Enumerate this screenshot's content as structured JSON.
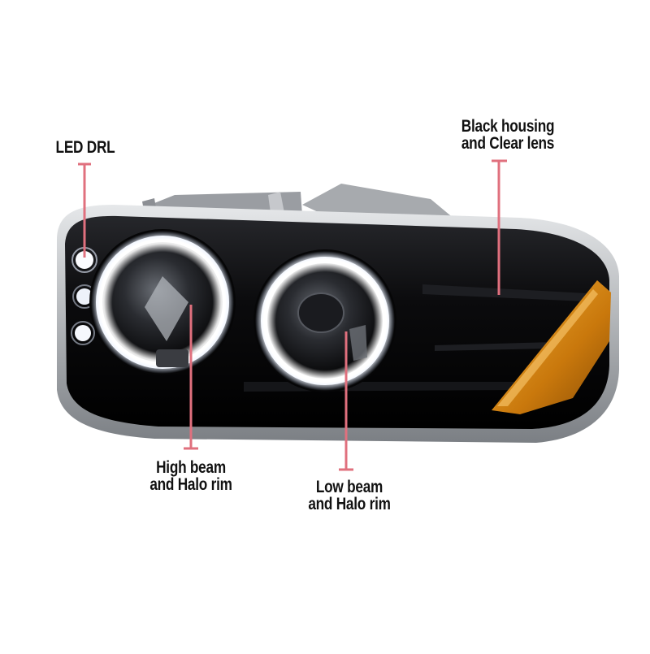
{
  "callouts": {
    "led_drl": {
      "line1": "LED DRL"
    },
    "housing": {
      "line1": "Black housing",
      "line2": "and Clear lens"
    },
    "high_beam": {
      "line1": "High beam",
      "line2": "and Halo rim"
    },
    "low_beam": {
      "line1": "Low beam",
      "line2": "and Halo rim"
    }
  },
  "colors": {
    "background": "#ffffff",
    "housing": "#0b0b0d",
    "chrome_trim": "#b9bcc0",
    "halo": "#f4f8ff",
    "amber": "#d98a10",
    "callout_line": "#e0707e"
  }
}
